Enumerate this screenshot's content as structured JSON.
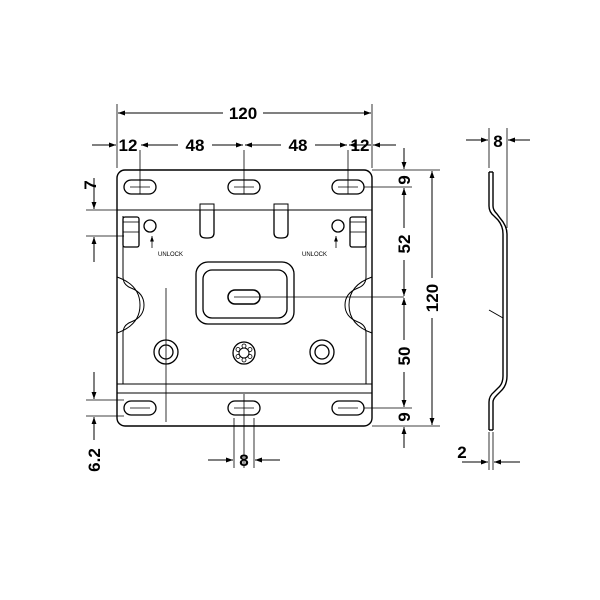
{
  "dimensions": {
    "overall_width": "120",
    "edge_left": "12",
    "spacing_left": "48",
    "spacing_right": "48",
    "edge_right": "12",
    "top_offset": "7",
    "bottom_offset": "6.2",
    "top_margin": "9",
    "upper_spacing": "52",
    "lower_spacing": "50",
    "bottom_margin": "9",
    "overall_height": "120",
    "slot_width": "8",
    "side_depth": "8",
    "side_thickness": "2"
  },
  "labels": {
    "unlock_left": "UNLOCK",
    "unlock_right": "UNLOCK"
  },
  "colors": {
    "line": "#000000",
    "background": "#ffffff"
  }
}
